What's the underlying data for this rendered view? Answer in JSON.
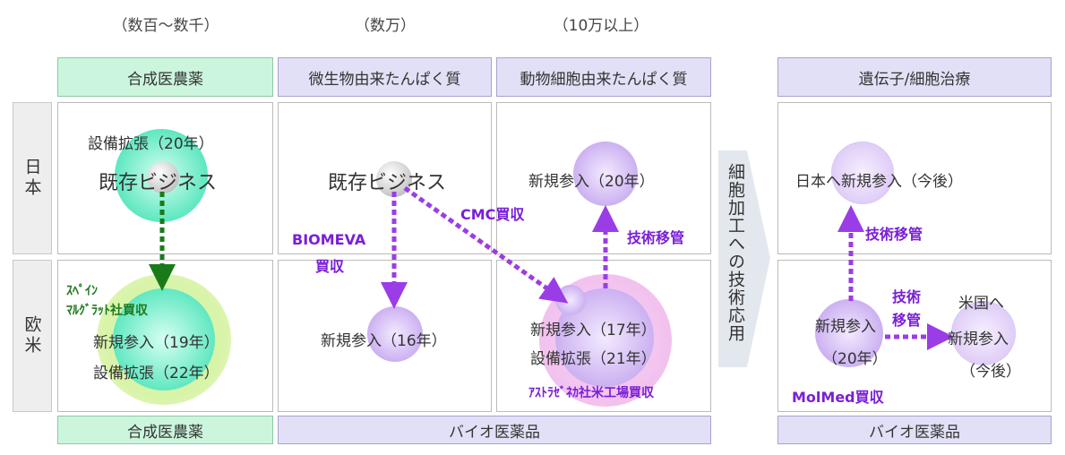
{
  "scales": {
    "hundreds": "（数百～数千）",
    "tenthousands": "（数万）",
    "hundredthousands": "（10万以上）"
  },
  "top_headers": {
    "chemical": "合成医農薬",
    "microbial": "微生物由来たんぱく質",
    "animal": "動物細胞由来たんぱく質",
    "gene": "遺伝子/細胞治療"
  },
  "bottom_headers": {
    "chemical": "合成医農薬",
    "bio": "バイオ医薬品",
    "bio2": "バイオ医薬品"
  },
  "row_labels": {
    "japan": "日本",
    "west": "欧米"
  },
  "middle_arrow_label": "細胞加工への技術応用",
  "cells": {
    "chem_jp_expand": "設備拡張（20年）",
    "chem_jp_existing": "既存ビジネス",
    "chem_west_acq_line1": "ｽﾍﾟｲﾝ",
    "chem_west_acq_line2": "ﾏﾙｸﾞﾗｯﾄ社買収",
    "chem_west_entry": "新規参入（19年）",
    "chem_west_expand": "設備拡張（22年）",
    "micro_jp_existing": "既存ビジネス",
    "micro_biomeva_line1": "BIOMEVA",
    "micro_biomeva_line2": "買収",
    "micro_cmc": "CMC買収",
    "micro_west_entry": "新規参入（16年）",
    "animal_jp_entry": "新規参入（20年）",
    "animal_tech_transfer": "技術移管",
    "animal_west_entry": "新規参入（17年）",
    "animal_west_expand": "設備拡張（21年）",
    "animal_az_acq": "ｱｽﾄﾗｾﾞﾈｶ社米工場買収",
    "gene_jp_entry": "日本へ新規参入（今後）",
    "gene_tech_transfer": "技術移管",
    "gene_tech_line1": "技術",
    "gene_tech_line2": "移管",
    "gene_west_entry_line1": "新規参入",
    "gene_west_entry_line2": "（20年）",
    "gene_us_line1": "米国へ",
    "gene_us_line2": "新規参入",
    "gene_us_line3": "（今後）",
    "gene_molmed": "MolMed買収"
  },
  "colors": {
    "green_header": "#ccf5dd",
    "purple_header": "#e2e0f6",
    "accent_purple": "#7a1fd6",
    "accent_green": "#1f7a1f"
  }
}
